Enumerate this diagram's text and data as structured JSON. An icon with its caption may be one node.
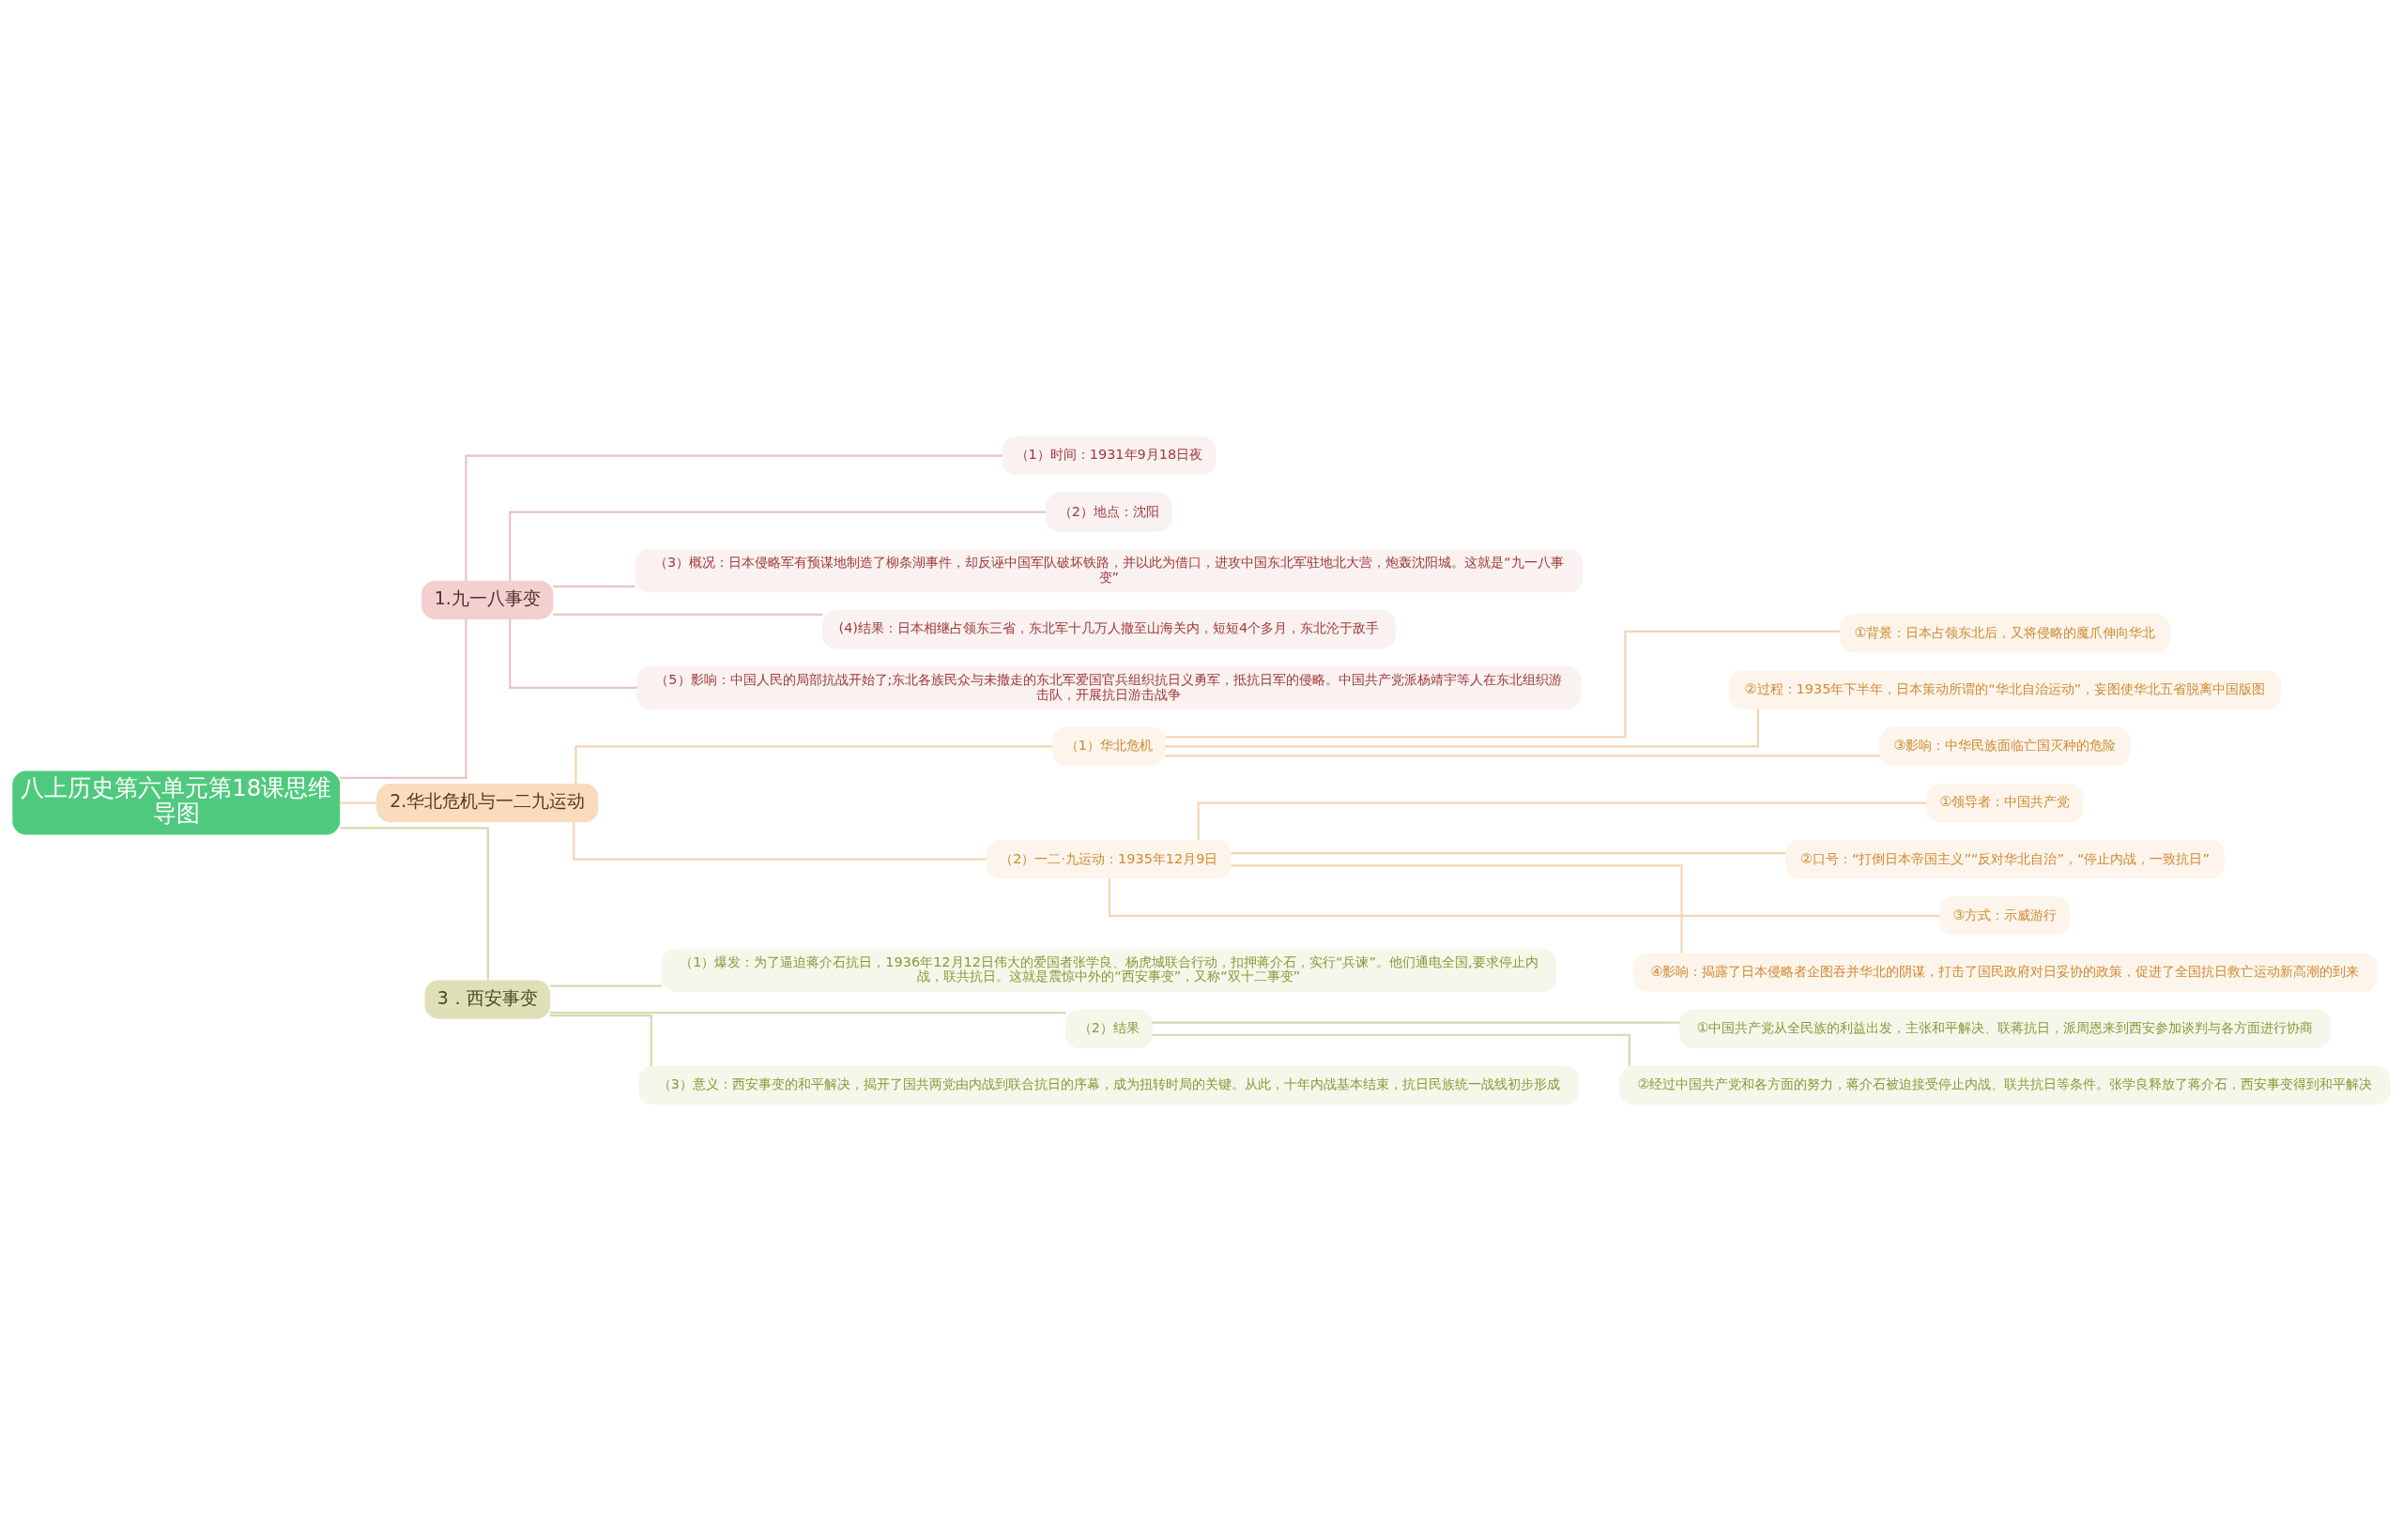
{
  "diagram": {
    "nodes": [
      {
        "text": [
          "八上历史第六单元第18课思维导图"
        ]
      },
      {
        "text": [
          "1.九一八事变"
        ]
      },
      {
        "text": [
          "（1）时间：1931年9月18日夜"
        ]
      },
      {
        "text": [
          "（2）地点：沈阳"
        ]
      },
      {
        "text": [
          "（3）概况：日本侵略军有预谋地制造了柳条湖事件，却反诬中国军队破坏铁路，并以此为借口，进攻中国东北军驻地北大营，炮轰沈阳城。这就是“九一八事变”"
        ]
      },
      {
        "text": [
          "(4)结果：日本相继占领东三省，东北军十几万人撤至山海关内，短短4个多月，东北沦于敌手"
        ]
      },
      {
        "text": [
          "（5）影响：中国人民的局部抗战开始了;东北各族民众与未撤走的东北军爱国官兵组织抗日义勇军，抵抗日军的侵略。中国共产党派杨靖宇等人在东北组织游击队，开展抗日游击战争"
        ]
      },
      {
        "text": [
          "2.华北危机与一二九运动"
        ]
      },
      {
        "text": [
          "（1）华北危机"
        ]
      },
      {
        "text": [
          "①背景：日本占领东北后，又将侵略的魔爪伸向华北"
        ]
      },
      {
        "text": [
          "②过程：1935年下半年，日本策动所谓的“华北自治运动”，妄图使华北五省脱离中国版图"
        ]
      },
      {
        "text": [
          "③影响：中华民族面临亡国灭种的危险"
        ]
      },
      {
        "text": [
          "（2）一二·九运动：1935年12月9日"
        ]
      },
      {
        "text": [
          "①领导者：中国共产党"
        ]
      },
      {
        "text": [
          "②口号：“打倒日本帝国主义”“反对华北自治”，“停止内战，一致抗日”"
        ]
      },
      {
        "text": [
          "③方式：示威游行"
        ]
      },
      {
        "text": [
          "④影响：揭露了日本侵略者企图吞并华北的阴谋，打击了国民政府对日妥协的政策，促进了全国抗日救亡运动新高潮的到来"
        ]
      },
      {
        "text": [
          "3．西安事变"
        ]
      },
      {
        "text": [
          "（1）爆发：为了逼迫蒋介石抗日，1936年12月12日伟大的爱国者张学良、杨虎城联合行动，扣押蒋介石，实行“兵谏”。他们通电全国,要求停止内战，联共抗日。这就是震惊中外的“西安事变”，又称“双十二事变”"
        ]
      },
      {
        "text": [
          "（2）结果"
        ]
      },
      {
        "text": [
          "①中国共产党从全民族的利益出发，主张和平解决、联蒋抗日，派周恩来到西安参加谈判与各方面进行协商"
        ]
      },
      {
        "text": [
          "②经过中国共产党和各方面的努力，蒋介石被迫接受停止内战、联共抗日等条件。张学良释放了蒋介石，西安事变得到和平解决"
        ]
      },
      {
        "text": [
          "（3）意义：西安事变的和平解决，揭开了国共两党由内战到联合抗日的序幕，成为扭转时局的关键。从此，十年内战基本结束，抗日民族统一战线初步形成"
        ]
      }
    ],
    "edges": [
      {
        "from": 0,
        "to": 1,
        "arrow": "none",
        "color": "#e8c4c4"
      },
      {
        "from": 1,
        "to": 2,
        "arrow": "none",
        "color": "#e8c4c4"
      },
      {
        "from": 1,
        "to": 3,
        "arrow": "none",
        "color": "#e8c4c4"
      },
      {
        "from": 1,
        "to": 4,
        "arrow": "none",
        "color": "#e8c4c4"
      },
      {
        "from": 1,
        "to": 5,
        "arrow": "none",
        "color": "#e8c4c4"
      },
      {
        "from": 1,
        "to": 6,
        "arrow": "none",
        "color": "#e8c4c4"
      },
      {
        "from": 0,
        "to": 7,
        "arrow": "none"
      },
      {
        "from": 7,
        "to": 8,
        "arrow": "none"
      },
      {
        "from": 8,
        "to": 9,
        "arrow": "none"
      },
      {
        "from": 8,
        "to": 10,
        "arrow": "none"
      },
      {
        "from": 8,
        "to": 11,
        "arrow": "none"
      },
      {
        "from": 7,
        "to": 12,
        "arrow": "none"
      },
      {
        "from": 12,
        "to": 13,
        "arrow": "none"
      },
      {
        "from": 12,
        "to": 14,
        "arrow": "none"
      },
      {
        "from": 12,
        "to": 15,
        "arrow": "none"
      },
      {
        "from": 12,
        "to": 16,
        "arrow": "none"
      },
      {
        "from": 0,
        "to": 17,
        "arrow": "none",
        "color": "#d6dab0"
      },
      {
        "from": 17,
        "to": 18,
        "arrow": "none",
        "color": "#d6dab0"
      },
      {
        "from": 17,
        "to": 19,
        "arrow": "none",
        "color": "#d6dab0"
      },
      {
        "from": 19,
        "to": 20,
        "arrow": "none",
        "color": "#d6dab0"
      },
      {
        "from": 19,
        "to": 21,
        "arrow": "none",
        "color": "#d6dab0"
      },
      {
        "from": 17,
        "to": 22,
        "arrow": "none",
        "color": "#d6dab0"
      }
    ]
  }
}
